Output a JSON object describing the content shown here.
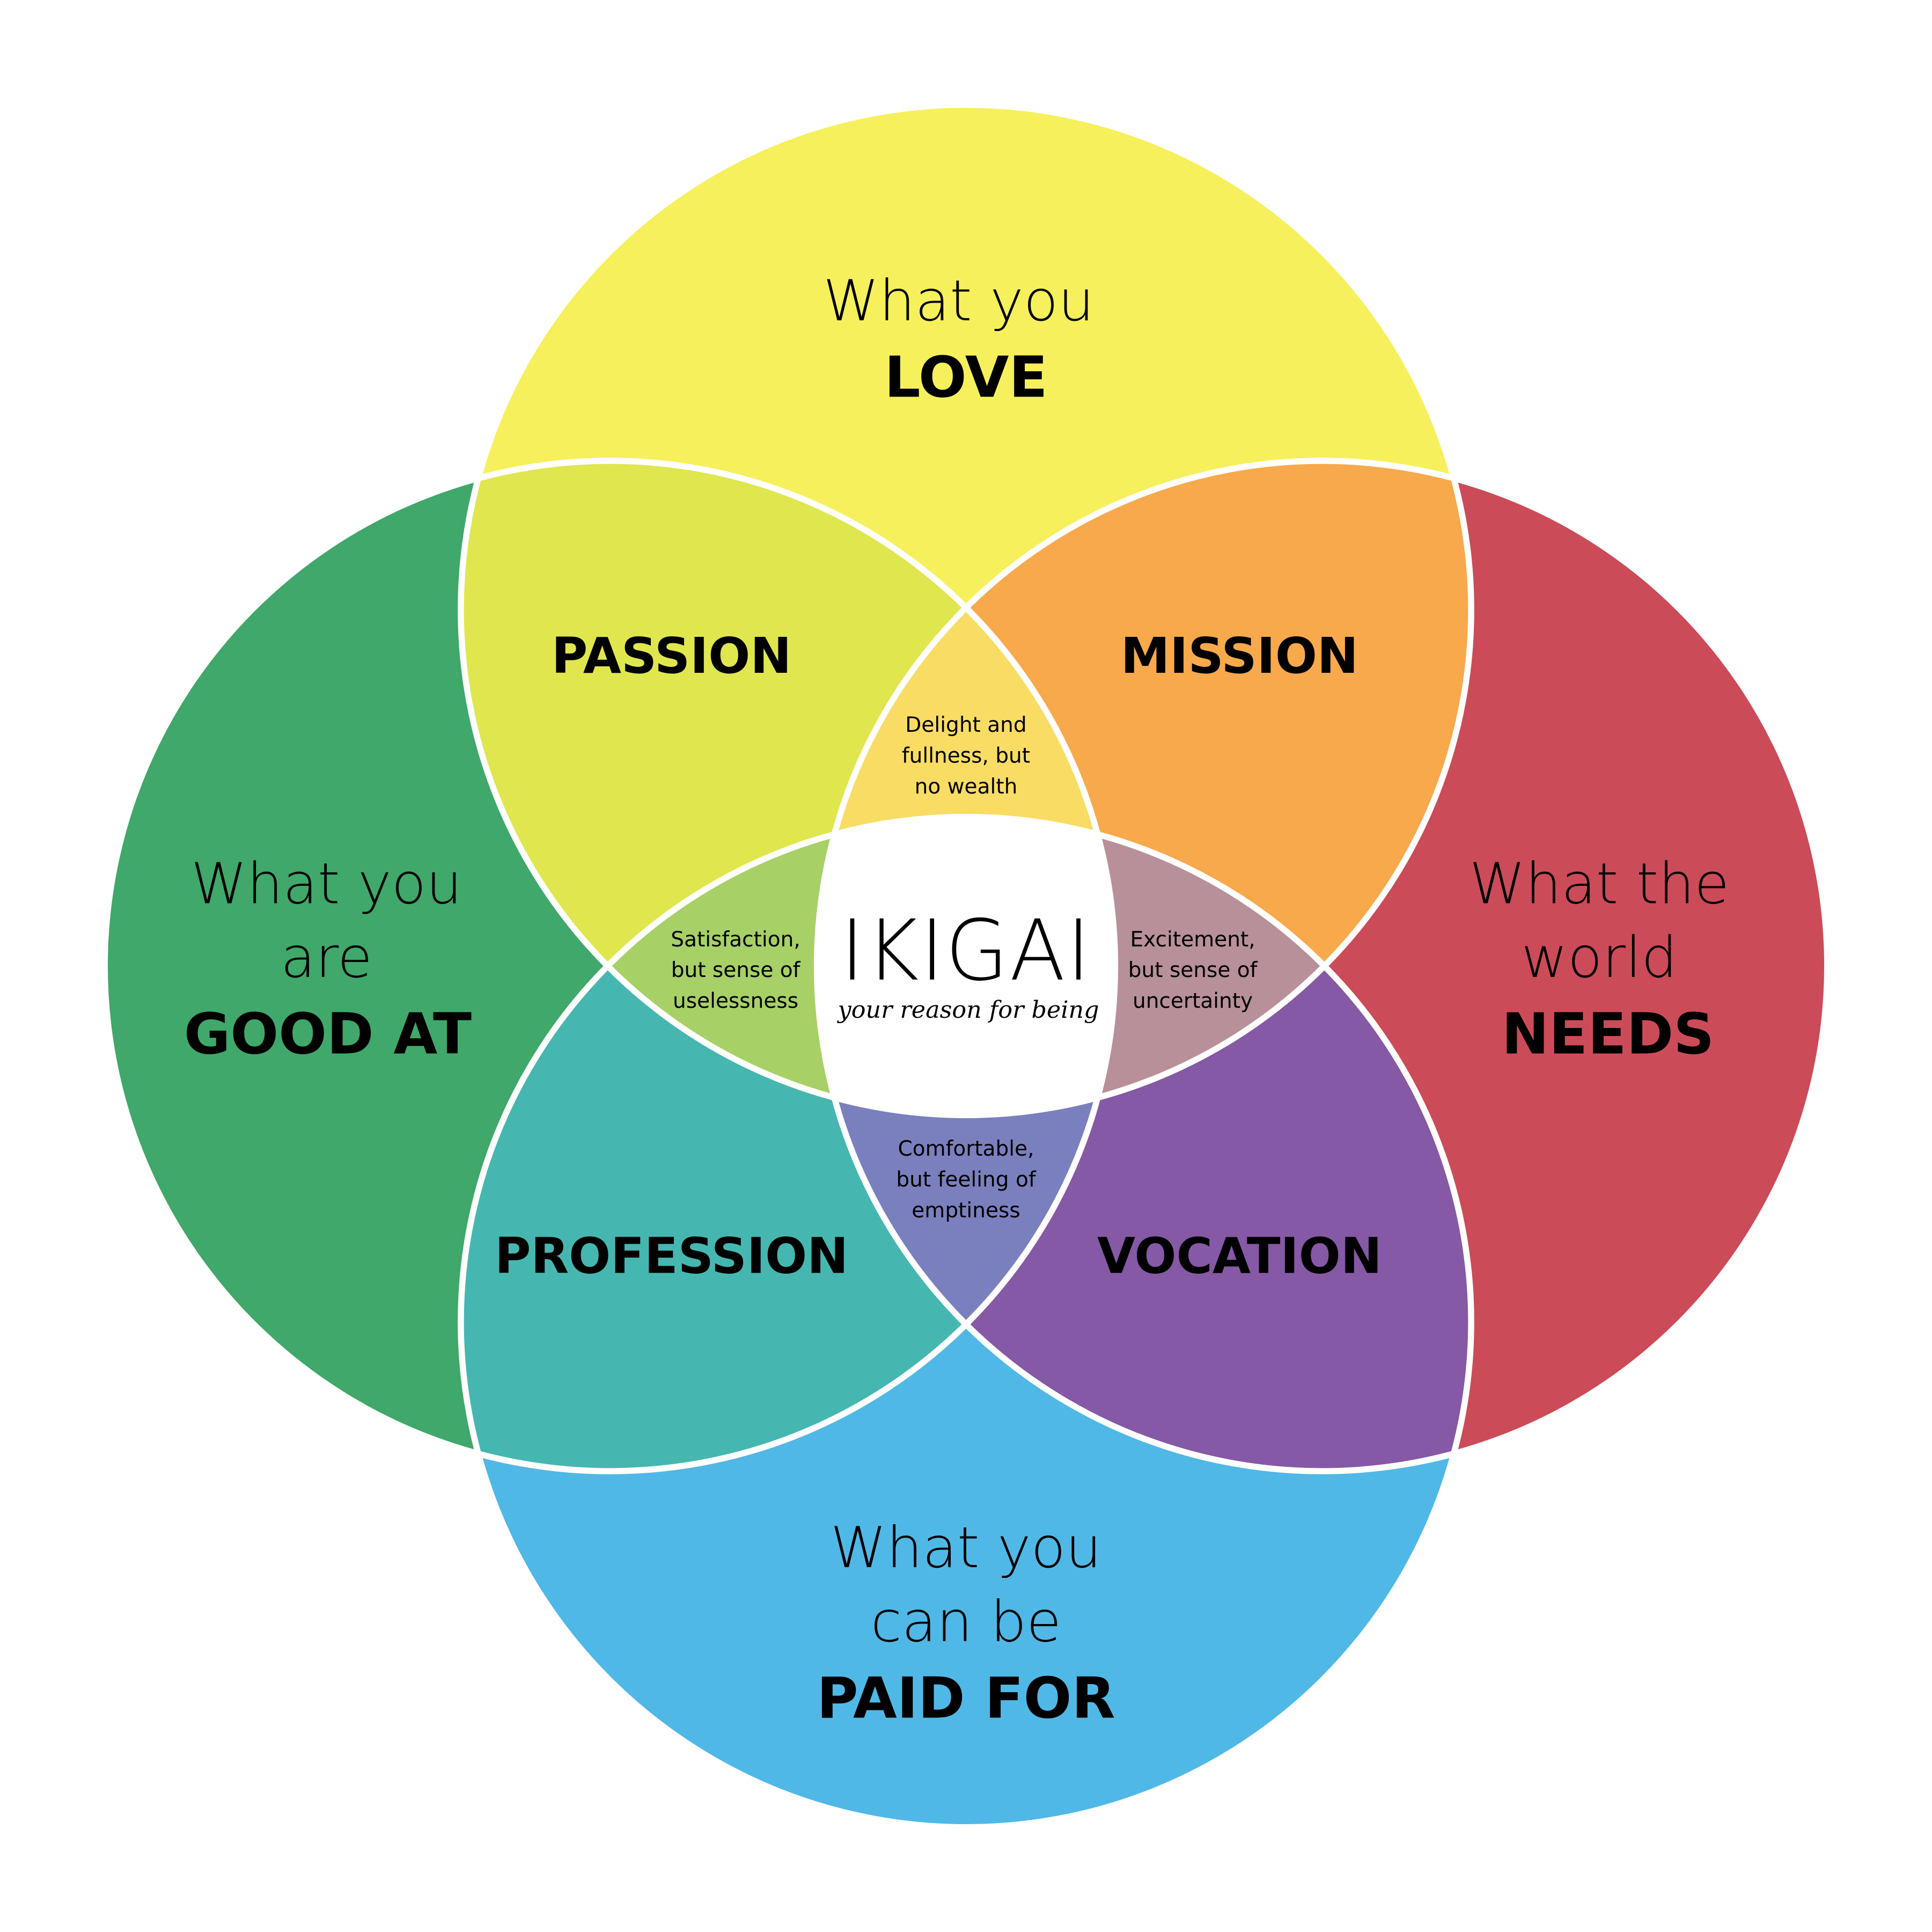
{
  "colors": {
    "love": "#F6F05C",
    "good_at": "#3FA86A",
    "needs": "#CC4B58",
    "paid_for": "#50B8E6",
    "passion": "#E0E64E",
    "mission": "#F8A94B",
    "profession": "#45B7B0",
    "vocation": "#8559A5",
    "top_triple": "#F9DC64",
    "left_triple": "#A7D067",
    "right_triple": "#B8909A",
    "bottom_triple": "#7A80BE",
    "center": "#FFFFFF"
  },
  "circles": {
    "love": {
      "line1": "What you",
      "line2": "LOVE"
    },
    "good_at": {
      "line1": "What you",
      "line2": "are",
      "line3": "GOOD AT"
    },
    "needs": {
      "line1": "What the",
      "line2": "world",
      "line3": "NEEDS"
    },
    "paid_for": {
      "line1": "What you",
      "line2": "can be",
      "line3": "PAID FOR"
    }
  },
  "overlaps": {
    "passion": "PASSION",
    "mission": "MISSION",
    "profession": "PROFESSION",
    "vocation": "VOCATION"
  },
  "triples": {
    "top": [
      "Delight and",
      "fullness, but",
      "no wealth"
    ],
    "left": [
      "Satisfaction,",
      "but sense of",
      "uselessness"
    ],
    "right": [
      "Excitement,",
      "but sense of",
      "uncertainty"
    ],
    "bottom": [
      "Comfortable,",
      "but feeling of",
      "emptiness"
    ]
  },
  "center": {
    "title": "IKIGAI",
    "tagline": "your reason for being"
  }
}
